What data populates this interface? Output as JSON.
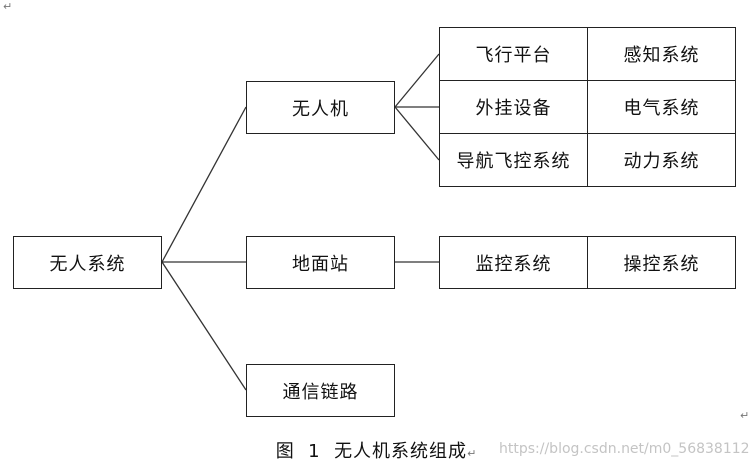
{
  "diagram": {
    "root": "无人系统",
    "level1": {
      "uav": "无人机",
      "ground": "地面站",
      "link": "通信链路"
    },
    "uav_components": {
      "flight_platform": "飞行平台",
      "perception": "感知系统",
      "payload": "外挂设备",
      "electrical": "电气系统",
      "nav_control": "导航飞控系统",
      "power": "动力系统"
    },
    "ground_components": {
      "monitoring": "监控系统",
      "operation": "操控系统"
    }
  },
  "caption": {
    "figure": "图",
    "number": "1",
    "title": "无人机系统组成"
  },
  "watermark": "https://blog.csdn.net/m0_56838112",
  "marks": {
    "paragraph": "↵"
  }
}
